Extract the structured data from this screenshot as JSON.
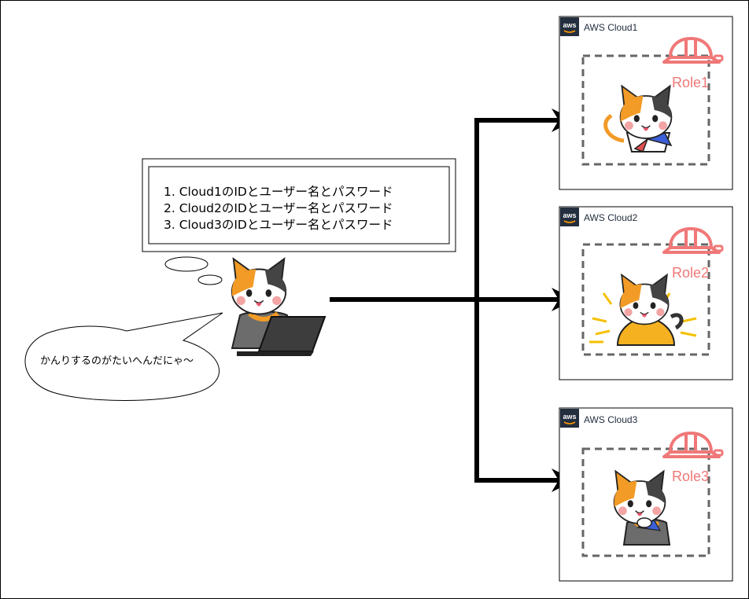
{
  "credentials_note": {
    "lines": [
      "1. Cloud1のIDとユーザー名とパスワード",
      "2. Cloud2のIDとユーザー名とパスワード",
      "3. Cloud3のIDとユーザー名とパスワード"
    ]
  },
  "speech_bubble": {
    "text": "かんりするのがたいへんだにゃ〜"
  },
  "clouds": [
    {
      "logo": "aws",
      "name": "AWS Cloud1",
      "role": "Role1"
    },
    {
      "logo": "aws",
      "name": "AWS Cloud2",
      "role": "Role2"
    },
    {
      "logo": "aws",
      "name": "AWS Cloud3",
      "role": "Role3"
    }
  ],
  "icons": [
    "helmet-icon",
    "aws-logo-icon",
    "cat-character-icon",
    "laptop-icon",
    "arrow-icon"
  ],
  "colors": {
    "role": "#f07878",
    "aws_badge": "#232f3e",
    "arrow": "#000000",
    "dashed_border": "#666666"
  }
}
